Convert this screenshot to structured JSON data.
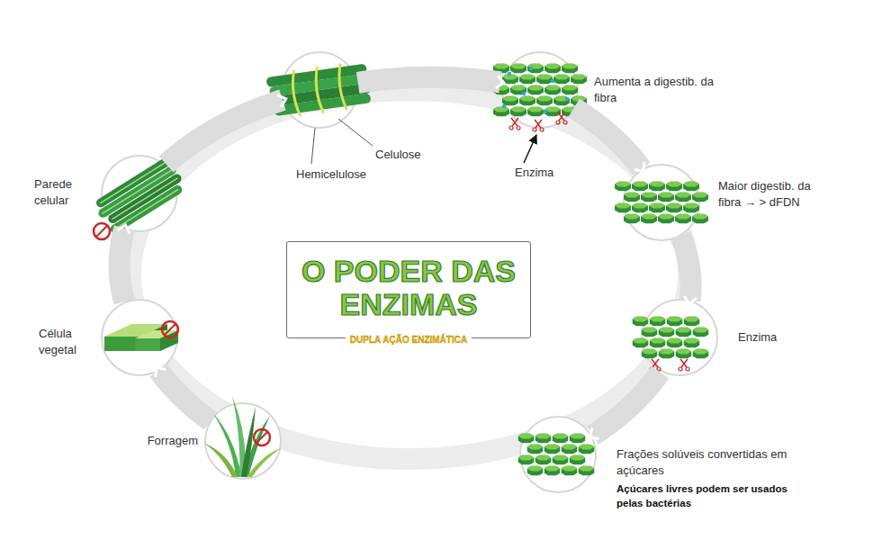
{
  "diagram": {
    "nodes": [
      {
        "text": [
          "O PODER DAS ENZIMAS",
          "DUPLA AÇÃO ENZIMÁTICA"
        ]
      },
      {
        "text": [
          "Forragem"
        ]
      },
      {
        "text": [
          "Célula vegetal"
        ]
      },
      {
        "text": [
          "Parede celular"
        ]
      },
      {
        "text": [
          "Celulose",
          "Hemicelulose"
        ]
      },
      {
        "text": [
          "Aumenta a digestib. da fibra",
          "Enzima"
        ]
      },
      {
        "text": [
          "Maior digestib. da fibra → > dFDN"
        ]
      },
      {
        "text": [
          "Enzima"
        ]
      },
      {
        "text": [
          "Frações solúveis convertidas em açúcares",
          "Açúcares livres podem ser usados pelas bactérias"
        ]
      }
    ],
    "edges": [
      {
        "from": 1,
        "to": 2,
        "arrow": "to"
      },
      {
        "from": 2,
        "to": 3,
        "arrow": "to"
      },
      {
        "from": 3,
        "to": 4,
        "arrow": "to"
      },
      {
        "from": 4,
        "to": 5,
        "arrow": "to"
      },
      {
        "from": 5,
        "to": 6,
        "arrow": "to"
      },
      {
        "from": 6,
        "to": 7,
        "arrow": "to"
      },
      {
        "from": 7,
        "to": 8,
        "arrow": "to"
      }
    ]
  }
}
